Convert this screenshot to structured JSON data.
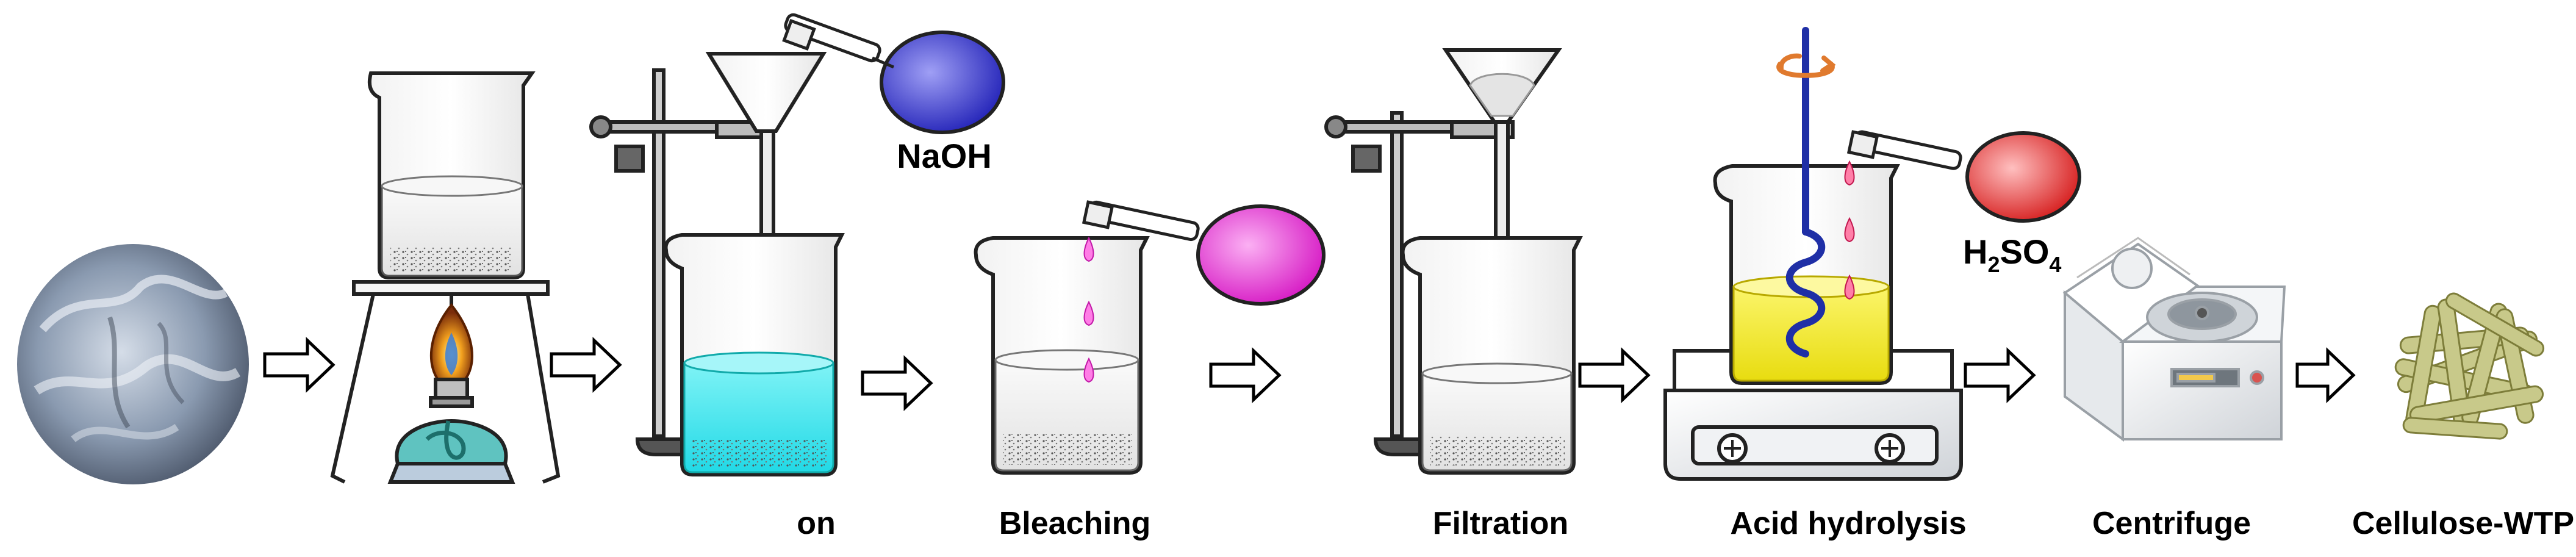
{
  "steps": [
    {
      "label": ""
    },
    {
      "label": ""
    },
    {
      "label": "on"
    },
    {
      "label": "Bleaching"
    },
    {
      "label": "Filtration"
    },
    {
      "label": "Acid hydrolysis"
    },
    {
      "label": "Centrifuge"
    },
    {
      "label": "Cellulose-WTP"
    }
  ],
  "reagents": {
    "naoh": "NaOH",
    "h2so4_main": "H",
    "h2so4_sub1": "2",
    "h2so4_mid": "SO",
    "h2so4_sub2": "4"
  },
  "colors": {
    "naoh_flask": "#3b3bd6",
    "bleach_flask": "#ee44dd",
    "acid_flask": "#e84a4a",
    "cyan_liquid": "#33e6ef",
    "yellow_liquid": "#f2ea1c",
    "stir_rod": "#1f2fa6",
    "rotation_arrow": "#e07a2e",
    "fibers": "#c8c98a"
  }
}
